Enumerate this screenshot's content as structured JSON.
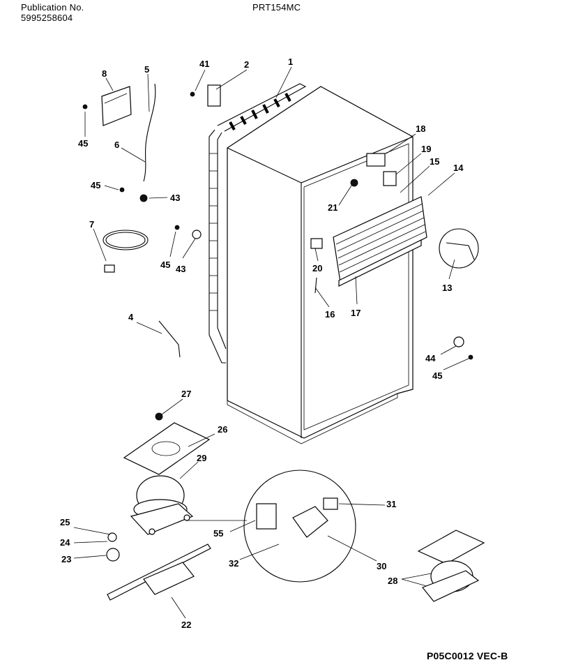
{
  "header": {
    "publication_label": "Publication No.",
    "publication_number": "5995258604",
    "model": "PRT154MC"
  },
  "footer": {
    "figure_code": "P05C0012 VEC-B"
  },
  "part_numbers": {
    "p1": "1",
    "p2": "2",
    "p4": "4",
    "p5": "5",
    "p6": "6",
    "p7": "7",
    "p8": "8",
    "p13": "13",
    "p14": "14",
    "p15": "15",
    "p16": "16",
    "p17": "17",
    "p18": "18",
    "p19": "19",
    "p20": "20",
    "p21": "21",
    "p22": "22",
    "p23": "23",
    "p24": "24",
    "p25": "25",
    "p26": "26",
    "p27": "27",
    "p28": "28",
    "p29": "29",
    "p30": "30",
    "p31": "31",
    "p32": "32",
    "p41": "41",
    "p43": "43",
    "p44": "44",
    "p45": "45",
    "p55": "55"
  }
}
